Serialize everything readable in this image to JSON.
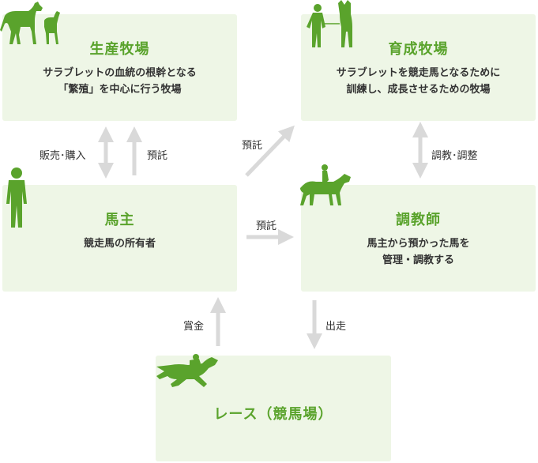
{
  "boxes": {
    "breeding": {
      "title": "生産牧場",
      "desc": [
        "サラブレットの血統の根幹となる",
        "「繁殖」を中心に行う牧場"
      ]
    },
    "training": {
      "title": "育成牧場",
      "desc": [
        "サラブレットを競走馬となるために",
        "訓練し、成長させるための牧場"
      ]
    },
    "owner": {
      "title": "馬主",
      "desc": [
        "競走馬の所有者"
      ]
    },
    "trainer": {
      "title": "調教師",
      "desc": [
        "馬主から預かった馬を",
        "管理・調教する"
      ]
    },
    "race": {
      "title": "レース（競馬場）"
    }
  },
  "edges": {
    "sale_purchase": "販売･購入",
    "entrust_up": "預託",
    "entrust_diag": "預託",
    "entrust_right": "預託",
    "train_adjust": "調教･調整",
    "prize": "賞金",
    "entry": "出走"
  },
  "colors": {
    "accent": "#5aa32c",
    "box_bg": "#eef6e6",
    "arrow": "#d9d9d9"
  },
  "icons": [
    "mare-foal-icon",
    "handler-horse-icon",
    "owner-person-icon",
    "rider-horse-icon",
    "racehorse-jockey-icon"
  ]
}
